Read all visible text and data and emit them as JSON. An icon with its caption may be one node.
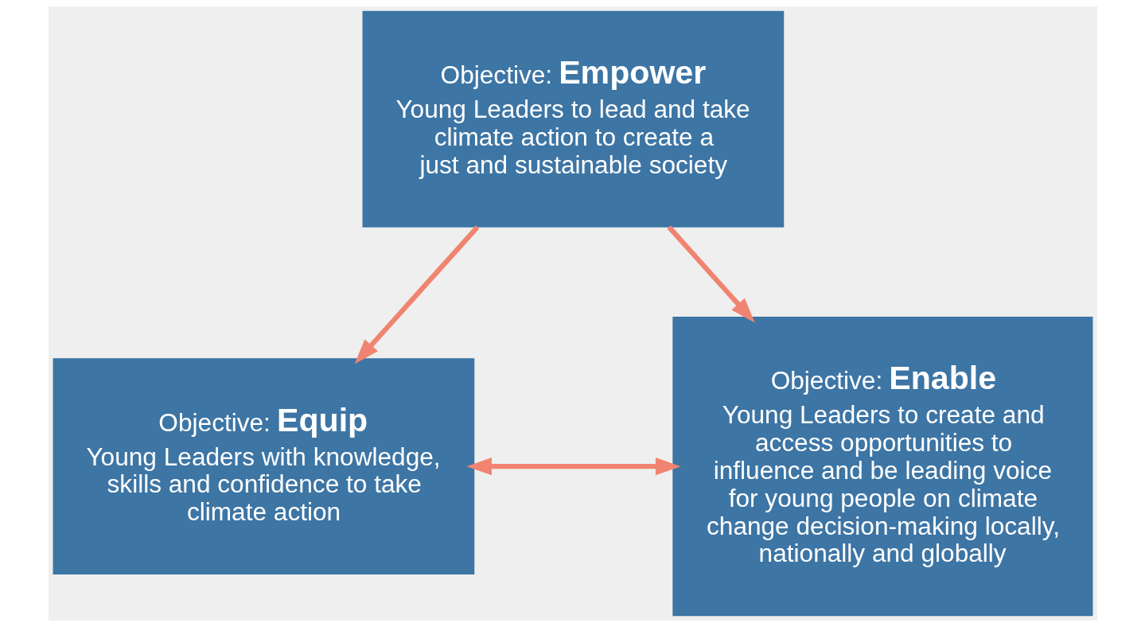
{
  "diagram": {
    "nodes": [
      {
        "text": [
          "Objective:",
          "Empower",
          "Young Leaders to lead and take climate action to create a just and sustainable society"
        ]
      },
      {
        "text": [
          "Objective:",
          "Equip",
          "Young Leaders with knowledge, skills and confidence to take climate action"
        ]
      },
      {
        "text": [
          "Objective:",
          "Enable",
          "Young Leaders to create and access opportunities to influence and be leading voice for young people on climate change decision-making locally, nationally and globally"
        ]
      }
    ],
    "edges": [
      {
        "from": 0,
        "to": 1,
        "arrow": "to"
      },
      {
        "from": 0,
        "to": 2,
        "arrow": "to"
      },
      {
        "from": 1,
        "to": 2,
        "arrow": "both"
      }
    ]
  }
}
